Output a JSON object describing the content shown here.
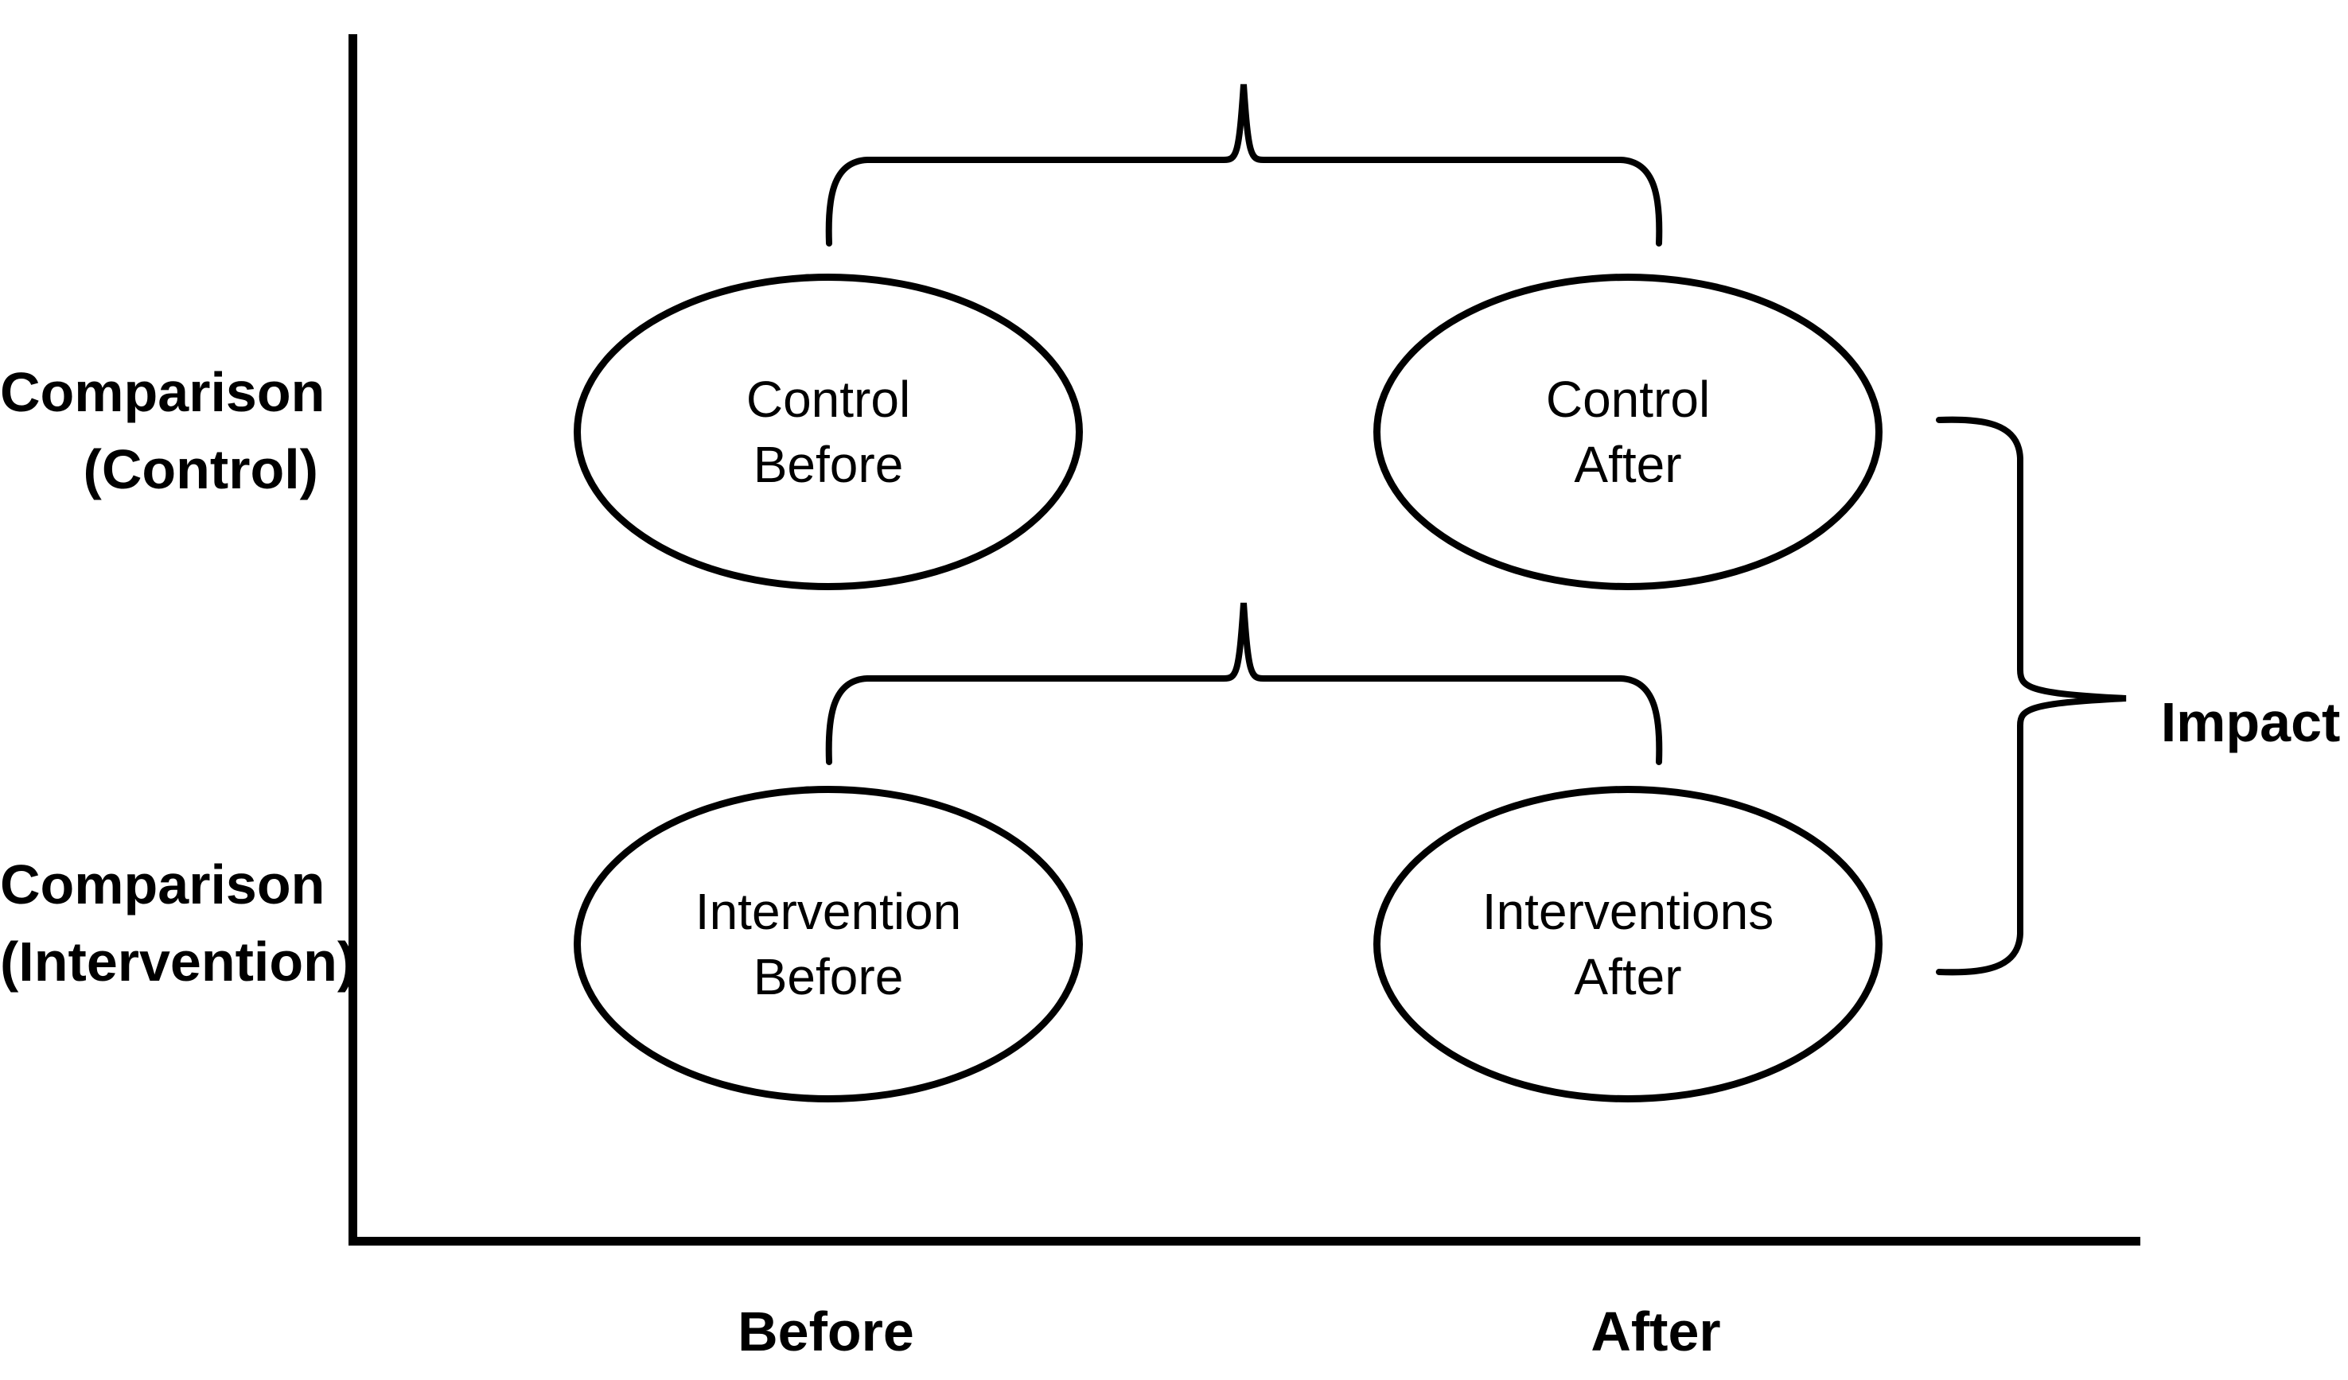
{
  "diagram": {
    "colors": {
      "background": "#ffffff",
      "stroke": "#000000",
      "text": "#000000"
    },
    "row_labels": {
      "control": {
        "line1": "Comparison",
        "line2": "(Control)"
      },
      "intervention": {
        "line1": "Comparison",
        "line2": "(Intervention)"
      }
    },
    "col_labels": {
      "before": "Before",
      "after": "After"
    },
    "impact_label": "Impact",
    "ellipses": {
      "control_before": {
        "line1": "Control",
        "line2": "Before"
      },
      "control_after": {
        "line1": "Control",
        "line2": "After"
      },
      "intervention_before": {
        "line1": "Intervention",
        "line2": "Before"
      },
      "interventions_after": {
        "line1": "Interventions",
        "line2": "After"
      }
    }
  }
}
